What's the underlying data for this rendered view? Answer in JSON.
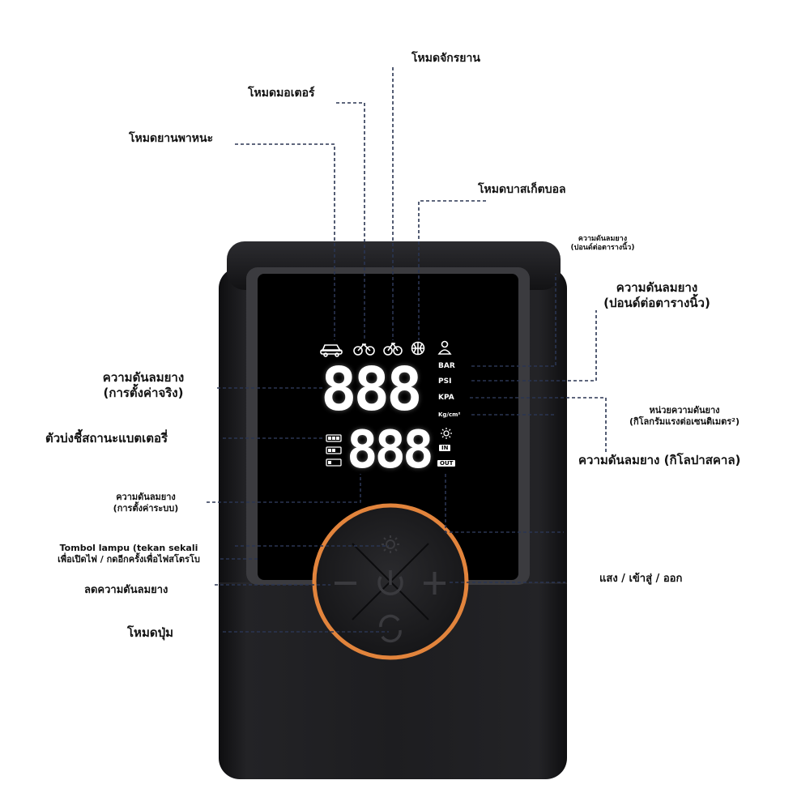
{
  "colors": {
    "accent_ring": "#e2843c",
    "device_body": "#1a1a1c",
    "screen": "#000000",
    "leader_line": "#2a3552"
  },
  "icons": [
    "car-icon",
    "motorcycle-icon",
    "bicycle-icon",
    "basketball-icon",
    "user-icon",
    "battery-icon",
    "light-icon",
    "power-icon",
    "mode-cycle-icon"
  ],
  "display": {
    "upper_digits": "888",
    "lower_digits": "888",
    "units": [
      "BAR",
      "PSI",
      "KPA",
      "Kg/cm²"
    ],
    "indicators": {
      "in": "IN",
      "out": "OUT"
    }
  },
  "labels": {
    "bicycle_mode": "โหมดจักรยาน",
    "motorcycle_mode": "โหมดมอเตอร์",
    "car_mode": "โหมดยานพาหนะ",
    "basketball_mode": "โหมดบาสเก็ตบอล",
    "psi_small_line1": "ความดันลมยาง",
    "psi_small_line2": "(ปอนด์ต่อตารางนิ้ว)",
    "psi_large_line1": "ความดันลมยาง",
    "psi_large_line2": "(ปอนด์ต่อตารางนิ้ว)",
    "kgcm_line1": "หน่วยความดันยาง",
    "kgcm_line2": "(กิโลกรัมแรงต่อเซนติเมตร²)",
    "kpa": "ความดันลมยาง (กิโลปาสคาล)",
    "actual_line1": "ความดันลมยาง",
    "actual_line2": "(การตั้งค่าจริง)",
    "battery": "ตัวบ่งชี้สถานะแบตเตอรี่",
    "system_line1": "ความดันลมยาง",
    "system_line2": "(การตั้งค่าระบบ)",
    "lamp_line1": "Tombol lampu (tekan sekali",
    "lamp_line2": "เพื่อเปิดไฟ / กดอีกครั้งเพื่อไฟสโตรโบ",
    "decrease": "ลดความดันลมยาง",
    "button_mode": "โหมดปุ่ม",
    "light_in_out": "แสง / เข้าสู่ / ออก"
  }
}
